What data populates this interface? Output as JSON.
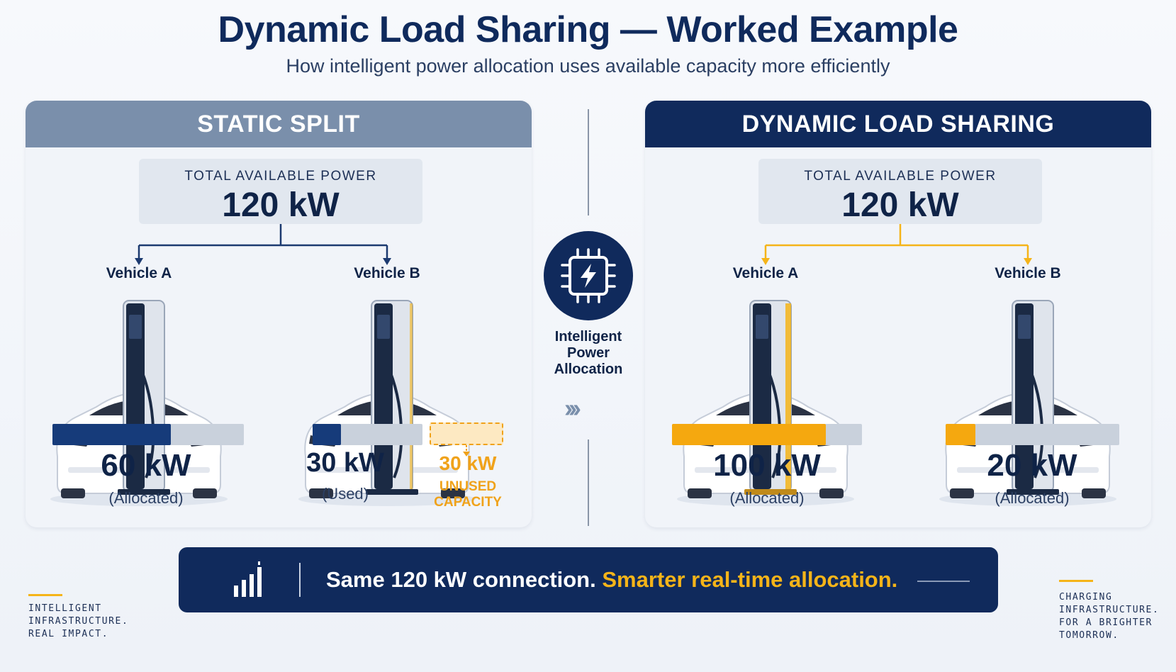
{
  "header": {
    "title": "Dynamic Load Sharing — Worked Example",
    "subtitle": "How intelligent power allocation uses available capacity more efficiently"
  },
  "static_panel": {
    "title": "STATIC SPLIT",
    "total_label": "TOTAL AVAILABLE POWER",
    "total_value": "120 kW",
    "vehicle_a": {
      "label": "Vehicle A",
      "kw": "60 kW",
      "note": "(Allocated)",
      "fill_fraction": 0.62
    },
    "vehicle_b": {
      "label": "Vehicle B",
      "kw": "30 kW",
      "note": "(Used)",
      "fill_fraction": 0.26,
      "unused_kw": "30 kW",
      "unused_label_1": "UNUSED",
      "unused_label_2": "CAPACITY"
    }
  },
  "center": {
    "label_1": "Intelligent",
    "label_2": "Power",
    "label_3": "Allocation",
    "chevrons": "›››"
  },
  "dynamic_panel": {
    "title": "DYNAMIC LOAD SHARING",
    "total_label": "TOTAL AVAILABLE POWER",
    "total_value": "120 kW",
    "vehicle_a": {
      "label": "Vehicle A",
      "kw": "100 kW",
      "note": "(Allocated)",
      "fill_fraction": 0.81
    },
    "vehicle_b": {
      "label": "Vehicle B",
      "kw": "20 kW",
      "note": "(Allocated)",
      "fill_fraction": 0.17
    }
  },
  "banner": {
    "text_white": "Same 120 kW connection.",
    "text_yellow": "Smarter real-time allocation."
  },
  "footer": {
    "left": "INTELLIGENT\nINFRASTRUCTURE.\nREAL IMPACT.",
    "right": "CHARGING\nINFRASTRUCTURE.\nFOR A BRIGHTER\nTOMORROW."
  },
  "colors": {
    "navy": "#102a5c",
    "accent": "#f5b419",
    "static_header": "#7a8fab"
  }
}
